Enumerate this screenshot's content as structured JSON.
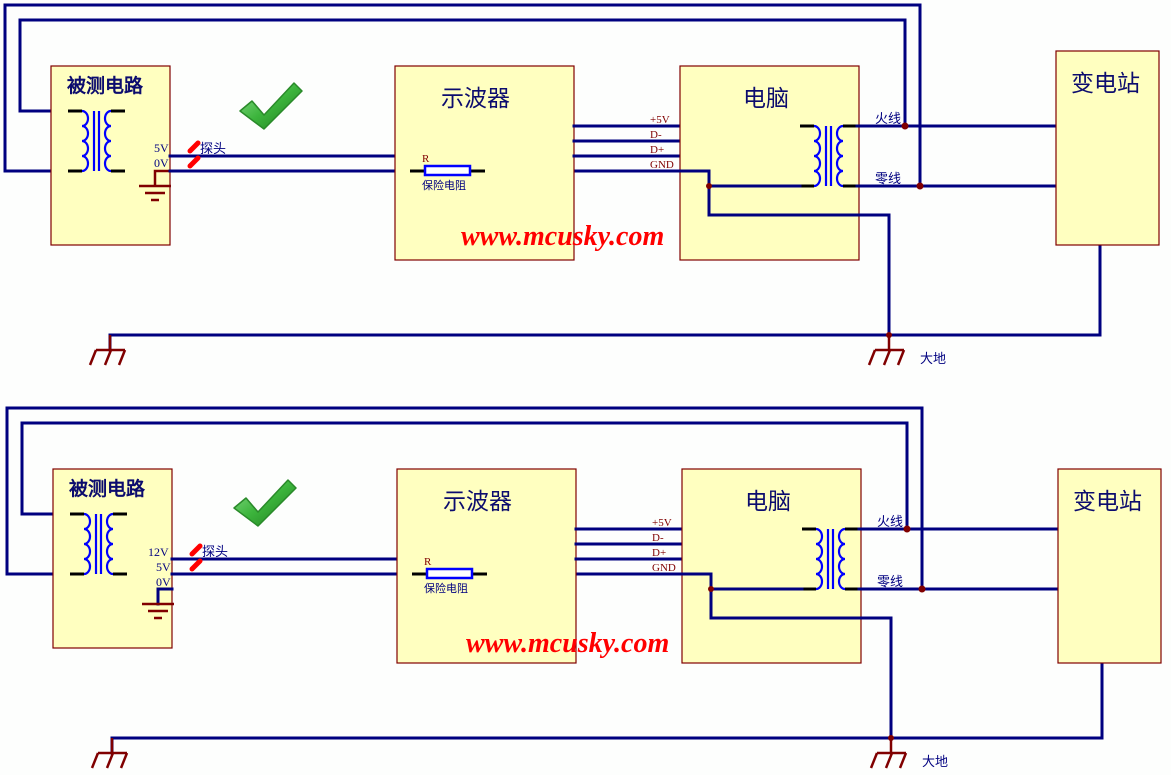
{
  "diagrams": [
    {
      "id": "top",
      "circuit_under_test": {
        "title": "被测电路",
        "pins": [
          "5V",
          "0V"
        ]
      },
      "probe_label": "探头",
      "oscilloscope": {
        "title": "示波器",
        "resistor_designator": "R",
        "resistor_label": "保险电阻",
        "usb_pins": [
          "+5V",
          "D-",
          "D+",
          "GND"
        ]
      },
      "computer": {
        "title": "电脑"
      },
      "live_wire_label": "火线",
      "neutral_wire_label": "零线",
      "substation": {
        "title": "变电站"
      },
      "earth_label": "大地",
      "watermark": "www.mcusky.com",
      "check_mark": "correct"
    },
    {
      "id": "bottom",
      "circuit_under_test": {
        "title": "被测电路",
        "pins": [
          "12V",
          "5V",
          "0V"
        ]
      },
      "probe_label": "探头",
      "oscilloscope": {
        "title": "示波器",
        "resistor_designator": "R",
        "resistor_label": "保险电阻",
        "usb_pins": [
          "+5V",
          "D-",
          "D+",
          "GND"
        ]
      },
      "computer": {
        "title": "电脑"
      },
      "live_wire_label": "火线",
      "neutral_wire_label": "零线",
      "substation": {
        "title": "变电站"
      },
      "earth_label": "大地",
      "watermark": "www.mcusky.com",
      "check_mark": "correct"
    }
  ],
  "colors": {
    "wire": "#000080",
    "box_fill": "#ffffc0",
    "box_border": "#800000",
    "coil": "#0000ff",
    "probe": "#ff0000",
    "watermark": "#ff0000",
    "check": "#3cb43c"
  }
}
